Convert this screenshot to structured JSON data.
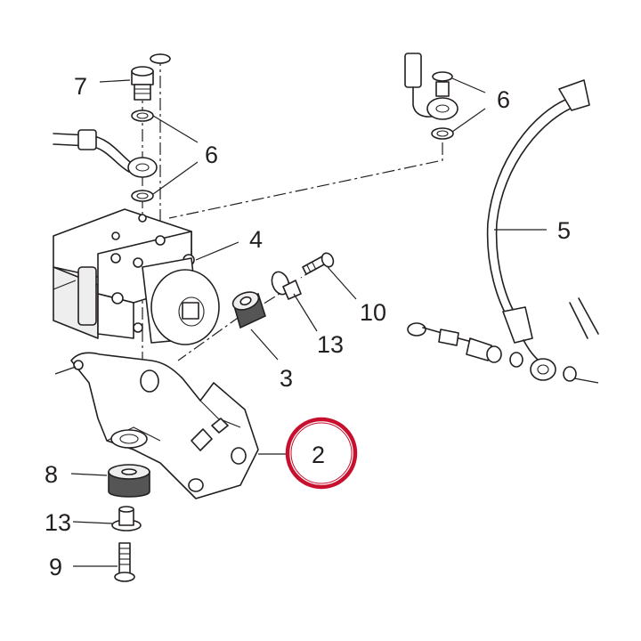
{
  "callouts": {
    "c7": "7",
    "c6a": "6",
    "c6b": "6",
    "c4": "4",
    "c5": "5",
    "c10": "10",
    "c13a": "13",
    "c3a": "3",
    "c2": "2",
    "c8": "8",
    "c13b": "13",
    "c9": "9"
  },
  "highlight": {
    "color": "#c8102e",
    "target": "2"
  }
}
